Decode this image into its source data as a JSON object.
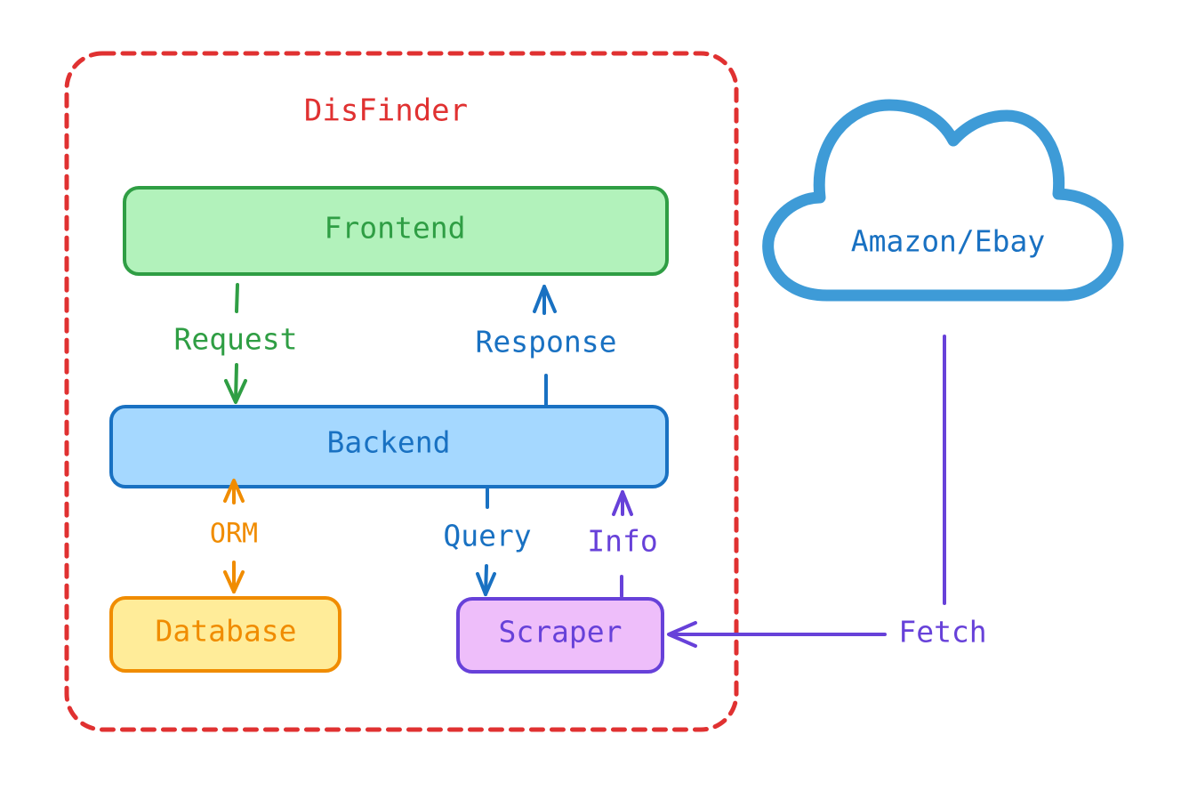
{
  "boundary": {
    "title": "DisFinder",
    "color": "#e03131"
  },
  "nodes": {
    "frontend": {
      "label": "Frontend",
      "fill": "#b2f2bb",
      "stroke": "#2f9e44",
      "text": "#2f9e44"
    },
    "backend": {
      "label": "Backend",
      "fill": "#a5d8ff",
      "stroke": "#1971c2",
      "text": "#1971c2"
    },
    "database": {
      "label": "Database",
      "fill": "#ffec99",
      "stroke": "#f08c00",
      "text": "#f08c00"
    },
    "scraper": {
      "label": "Scraper",
      "fill": "#eebefa",
      "stroke": "#6741d9",
      "text": "#6741d9"
    },
    "cloud": {
      "label": "Amazon/Ebay",
      "stroke": "#3e9bd7",
      "text": "#1971c2"
    }
  },
  "edges": {
    "request": {
      "label": "Request",
      "color": "#2f9e44"
    },
    "response": {
      "label": "Response",
      "color": "#1971c2"
    },
    "orm": {
      "label": "ORM",
      "color": "#f08c00"
    },
    "query": {
      "label": "Query",
      "color": "#1971c2"
    },
    "info": {
      "label": "Info",
      "color": "#6741d9"
    },
    "fetch": {
      "label": "Fetch",
      "color": "#6741d9"
    }
  }
}
